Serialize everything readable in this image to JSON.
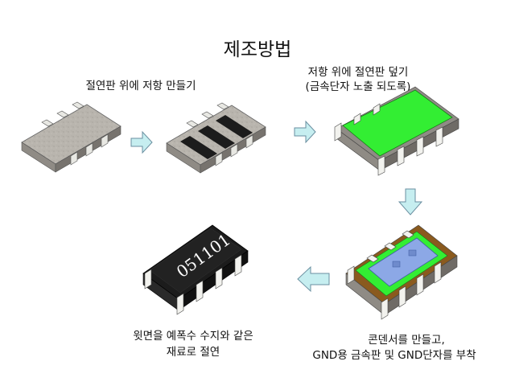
{
  "title": "제조방법",
  "steps": [
    {
      "lines": [
        "절연판 위에 저항 만들기"
      ]
    },
    {
      "lines": [
        "저항 위에 절연판 덮기",
        "(금속단자 노출 되도록)"
      ]
    },
    {
      "lines": [
        "콘덴서를 만들고,",
        "GND용 금속판 및 GND단자를 부착"
      ]
    },
    {
      "lines": [
        "윗면을 예폭수 수지와 같은",
        "재료로 절연"
      ]
    }
  ],
  "chip_marking": "051101",
  "colors": {
    "board_gray": "#b9b5ae",
    "resistor_black": "#1c1c1c",
    "insulator_green": "#33ee33",
    "capacitor_blue": "#8ca8e6",
    "copper_brown": "#8a5a1e",
    "arrow_fill": "#c6eef0",
    "arrow_stroke": "#6a8fa0",
    "terminal_white": "#f2f2ee"
  },
  "icons": [
    "arrow-right-icon",
    "arrow-down-icon",
    "arrow-left-icon"
  ]
}
